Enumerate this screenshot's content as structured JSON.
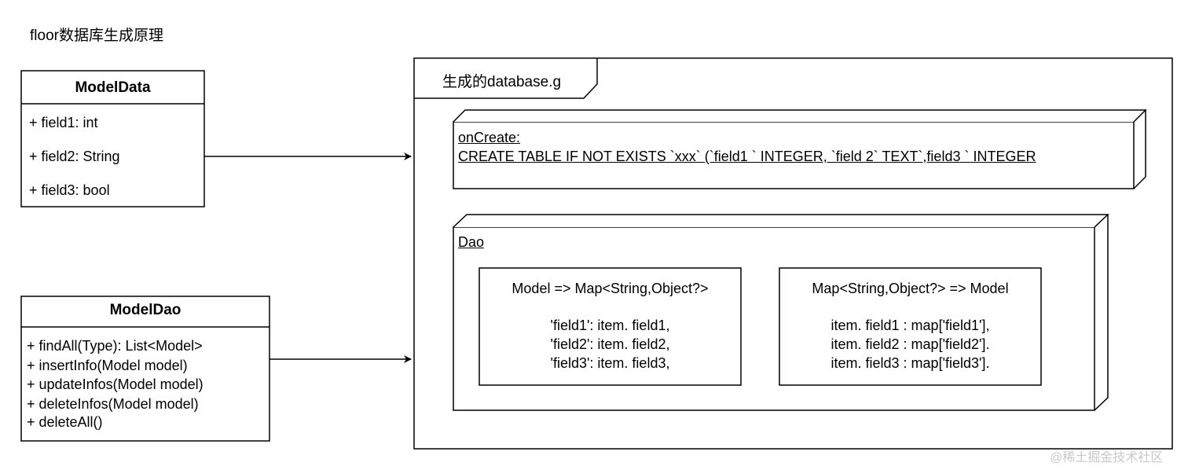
{
  "title": "floor数据库生成原理",
  "model_data": {
    "name": "ModelData",
    "fields": [
      "+ field1: int",
      "+ field2: String",
      "+ field3: bool"
    ]
  },
  "model_dao": {
    "name": "ModelDao",
    "methods": [
      "+ findAll(Type): List<Model>",
      "+ insertInfo(Model model)",
      "+ updateInfos(Model model)",
      "+ deleteInfos(Model model)",
      "+ deleteAll()"
    ]
  },
  "package": {
    "label": "生成的database.g"
  },
  "on_create": {
    "label": "onCreate:",
    "sql": "CREATE TABLE IF NOT EXISTS `xxx` (`field1 ` INTEGER, `field 2` TEXT`,field3 ` INTEGER"
  },
  "dao_node": {
    "label": "Dao",
    "to_map": {
      "heading": "Model => Map<String,Object?>",
      "lines": [
        "'field1': item. field1,",
        "'field2': item. field2,",
        "'field3': item. field3,"
      ]
    },
    "from_map": {
      "heading": "Map<String,Object?> => Model",
      "lines": [
        "item. field1 : map['field1'],",
        "item. field2 : map['field2'].",
        "item. field3 : map['field3']."
      ]
    }
  },
  "watermark": "@稀土掘金技术社区"
}
